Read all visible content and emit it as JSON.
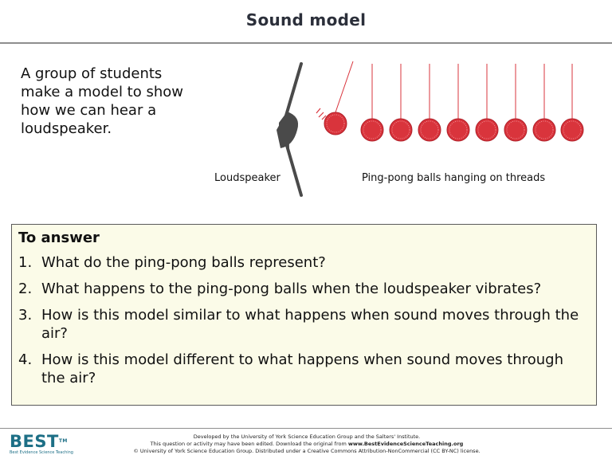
{
  "title": "Sound model",
  "intro": "A group of students make a model to show how we can hear a loudspeaker.",
  "diagram": {
    "label_speaker": "Loudspeaker",
    "label_balls": "Ping-pong balls hanging on threads",
    "ball_color": "#d9343c",
    "speaker_color": "#4a4a4a"
  },
  "to_answer": {
    "heading": "To answer",
    "questions": [
      {
        "num": "1.",
        "text": "What do the ping-pong balls represent?"
      },
      {
        "num": "2.",
        "text": "What happens to the ping-pong balls when the loudspeaker vibrates?"
      },
      {
        "num": "3.",
        "text": "How is this model similar to what happens when sound moves through the air?"
      },
      {
        "num": "4.",
        "text": "How is this model different to what happens when sound moves through the air?"
      }
    ]
  },
  "logo": {
    "word": "BEST",
    "tm": "TM",
    "subtitle": "Best Evidence Science Teaching"
  },
  "footer": {
    "line1": "Developed by the University of York Science Education Group and the Salters' Institute.",
    "line2_a": "This question or activity may have been edited. Download the original from ",
    "line2_b": "www.BestEvidenceScienceTeaching.org",
    "line3": "© University of York Science Education Group. Distributed under a Creative Commons Attribution-NonCommercial (CC BY-NC) license."
  }
}
